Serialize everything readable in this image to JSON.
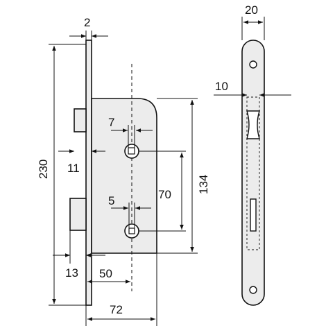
{
  "diagram": {
    "dimensions": {
      "faceplate_thickness": "2",
      "faceplate_width": "20",
      "latch_offset": "10",
      "follower_square": "7",
      "cylinder_square": "5",
      "latch_projection": "11",
      "height_total": "230",
      "case_height": "134",
      "center_distance": "70",
      "bolt_projection": "13",
      "backset": "50",
      "case_depth": "72"
    }
  }
}
